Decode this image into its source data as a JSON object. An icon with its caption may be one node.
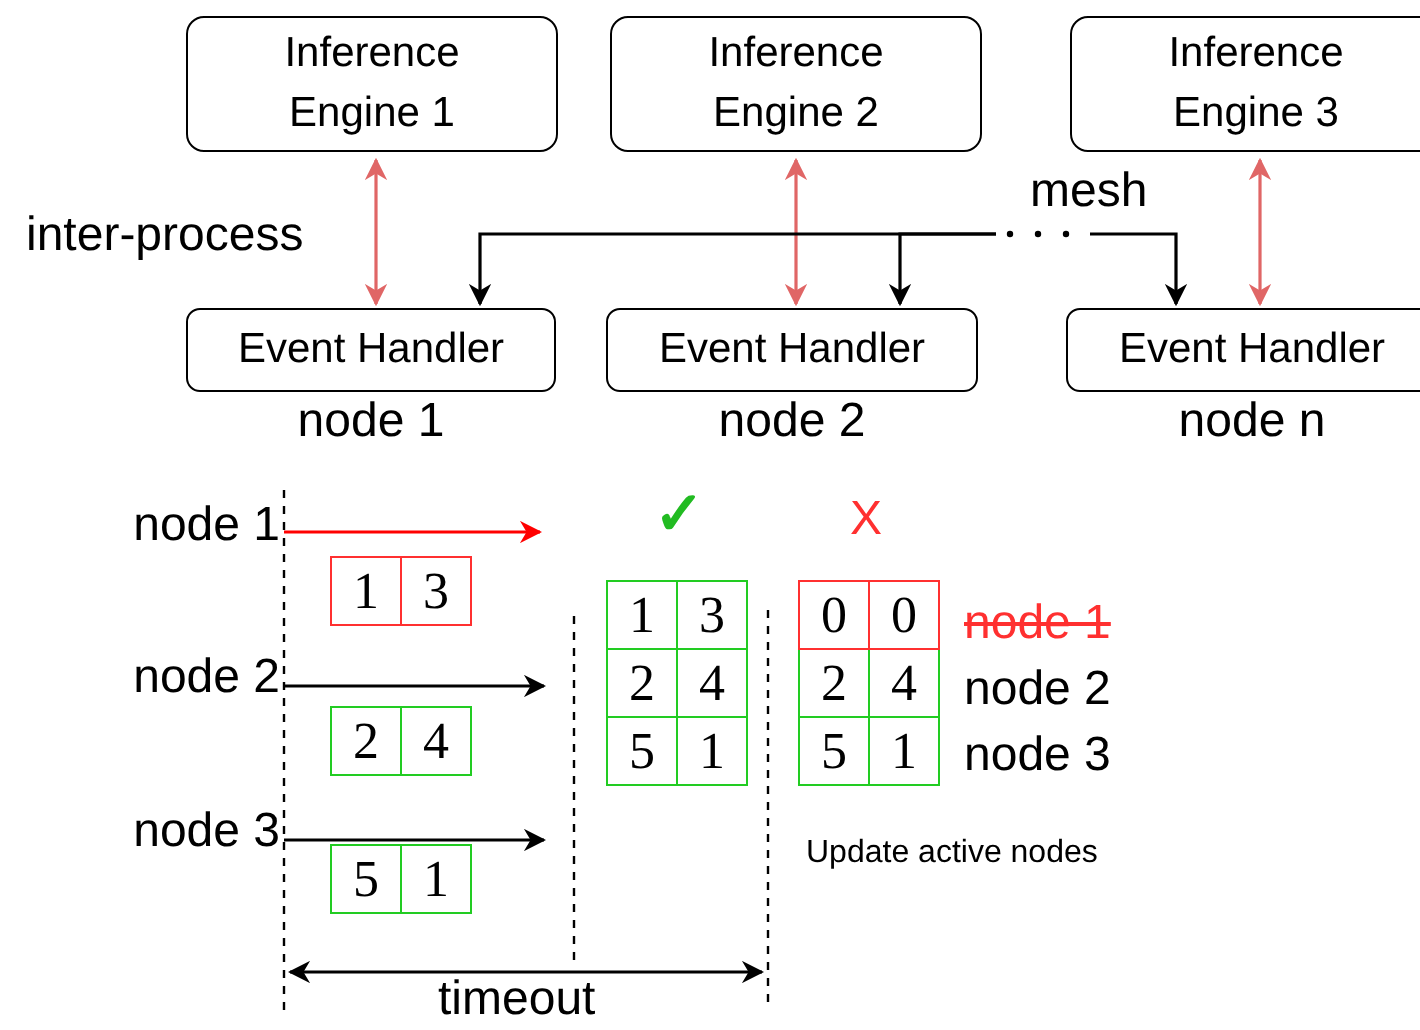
{
  "diagram": {
    "nodes": [
      {
        "text": [
          "Inference Engine 1"
        ]
      },
      {
        "text": [
          "Inference Engine 2"
        ]
      },
      {
        "text": [
          "Inference Engine 3"
        ]
      },
      {
        "text": [
          "Event Handler"
        ],
        "beside": [
          "node 1"
        ]
      },
      {
        "text": [
          "Event Handler"
        ],
        "beside": [
          "node 2"
        ]
      },
      {
        "text": [
          "Event Handler"
        ],
        "beside": [
          "node n"
        ]
      },
      {
        "text": [
          "node 1"
        ]
      },
      {
        "text": [
          "node 2"
        ]
      },
      {
        "text": [
          "node 3"
        ]
      },
      {
        "text": [
          "1",
          "3"
        ]
      },
      {
        "text": [
          "2",
          "4"
        ]
      },
      {
        "text": [
          "5",
          "1"
        ]
      },
      {
        "text": [
          "1",
          "3",
          "2",
          "4",
          "5",
          "1"
        ]
      },
      {
        "text": [
          "0",
          "0",
          "2",
          "4",
          "5",
          "1"
        ],
        "beside": [
          "node 1",
          "node 2",
          "node 3"
        ]
      }
    ],
    "edges": [
      {
        "from": 0,
        "to": 3,
        "arrow": "both",
        "color": "#e06666"
      },
      {
        "from": 1,
        "to": 4,
        "arrow": "both",
        "color": "#e06666"
      },
      {
        "from": 2,
        "to": 5,
        "arrow": "both",
        "color": "#e06666"
      },
      {
        "from": null,
        "to": 3,
        "arrow": "to"
      },
      {
        "from": null,
        "to": 4,
        "arrow": "to"
      },
      {
        "from": null,
        "to": 5,
        "arrow": "to"
      },
      {
        "from": 6,
        "to": null,
        "arrow": "to",
        "color": "#ff0000"
      },
      {
        "from": 7,
        "to": null,
        "arrow": "to"
      },
      {
        "from": 8,
        "to": null,
        "arrow": "to"
      }
    ],
    "labels": [
      "inter-process",
      "mesh",
      "✓",
      "X",
      "Update active nodes",
      "timeout"
    ]
  }
}
